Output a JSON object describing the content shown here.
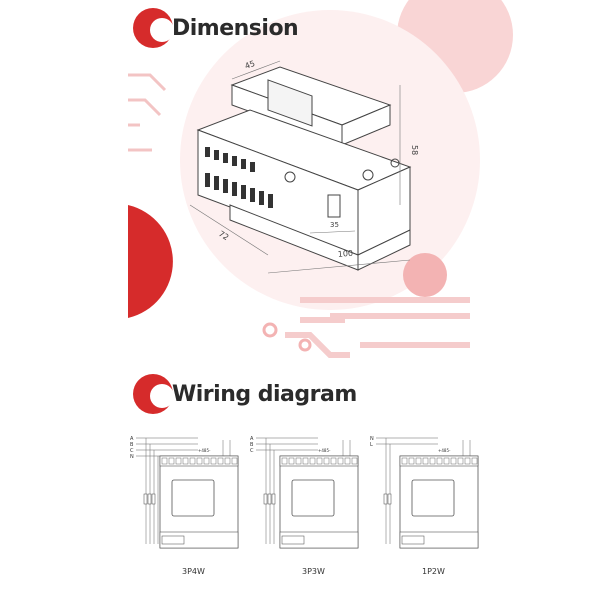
{
  "dimension": {
    "heading": "Dimension",
    "dims": {
      "depth_top": "45",
      "height": "58",
      "width": "100",
      "side": "72",
      "inner": "35"
    }
  },
  "wiring": {
    "heading": "Wiring diagram",
    "diagrams": [
      {
        "label": "3P4W",
        "lines": [
          "A",
          "B",
          "C",
          "N"
        ]
      },
      {
        "label": "3P3W",
        "lines": [
          "A",
          "B",
          "C"
        ]
      },
      {
        "label": "1P2W",
        "lines": [
          "N",
          "L"
        ]
      }
    ],
    "bus_label": "+485-"
  },
  "colors": {
    "accent": "#d62b2b",
    "soft": "#f6c9c9",
    "pale": "#fbe3e3"
  }
}
